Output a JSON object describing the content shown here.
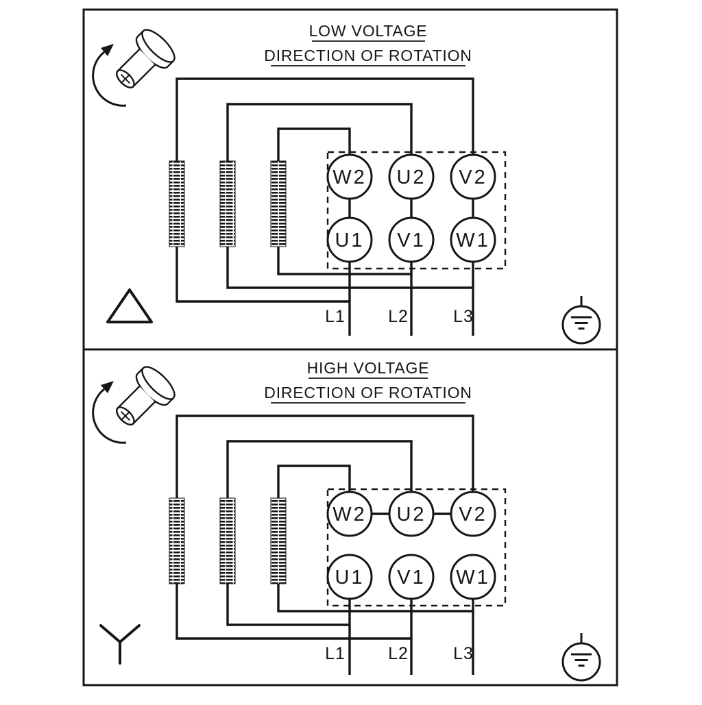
{
  "panels": [
    {
      "title": "LOW VOLTAGE",
      "subtitle": "DIRECTION OF ROTATION",
      "terminals": {
        "top": [
          "W2",
          "U2",
          "V2"
        ],
        "bottom": [
          "U1",
          "V1",
          "W1"
        ]
      },
      "supply": [
        "L1",
        "L2",
        "L3"
      ],
      "symbols": {
        "connection": "delta",
        "earth": "protective-earth",
        "rotation": "shaft-rotation-arrow"
      }
    },
    {
      "title": "HIGH VOLTAGE",
      "subtitle": "DIRECTION OF ROTATION",
      "terminals": {
        "top": [
          "W2",
          "U2",
          "V2"
        ],
        "bottom": [
          "U1",
          "V1",
          "W1"
        ]
      },
      "supply": [
        "L1",
        "L2",
        "L3"
      ],
      "symbols": {
        "connection": "star",
        "earth": "protective-earth",
        "rotation": "shaft-rotation-arrow"
      }
    }
  ],
  "colors": {
    "ink": "#161616",
    "background": "#ffffff"
  }
}
